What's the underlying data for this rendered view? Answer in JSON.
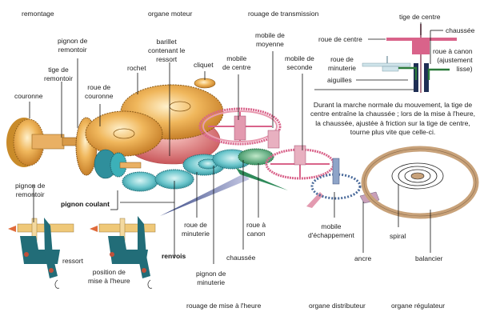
{
  "diagram": {
    "title": "Mouvement mécanique d'horlogerie",
    "sections": {
      "remontage": "remontage",
      "organe_moteur": "organe moteur",
      "rouage_transmission": "rouage de transmission",
      "rouage_mise_heure": "rouage de mise à l'heure",
      "organe_distributeur": "organe distributeur",
      "organe_regulateur": "organe régulateur"
    },
    "labels": {
      "pignon_remontoir_top": [
        "pignon de",
        "remontoir"
      ],
      "tige_remontoir": [
        "tige de",
        "remontoir"
      ],
      "couronne": "couronne",
      "roue_couronne": [
        "roue de",
        "couronne"
      ],
      "rochet": "rochet",
      "barillet": [
        "barillet",
        "contenant le",
        "ressort"
      ],
      "cliquet": "cliquet",
      "mobile_centre": [
        "mobile",
        "de centre"
      ],
      "mobile_moyenne": [
        "mobile de",
        "moyenne"
      ],
      "mobile_seconde": [
        "mobile de",
        "seconde"
      ],
      "pignon_remontoir_bottom": [
        "pignon de",
        "remontoir"
      ],
      "pignon_coulant": "pignon coulant",
      "ressort": "ressort",
      "position_mise_heure": [
        "position de",
        "mise à l'heure"
      ],
      "renvois": "renvois",
      "roue_minuterie": [
        "roue de",
        "minuterie"
      ],
      "pignon_minuterie": [
        "pignon de",
        "minuterie"
      ],
      "chaussee": "chaussée",
      "roue_canon": [
        "roue à",
        "canon"
      ],
      "mobile_echappement": [
        "mobile",
        "d'échappement"
      ],
      "ancre": "ancre",
      "spiral": "spiral",
      "balancier": "balancier"
    },
    "inset": {
      "tige_centre": "tige de centre",
      "chaussee": "chaussée",
      "roue_centre": "roue de centre",
      "roue_canon": [
        "roue à canon",
        "(ajustement",
        "lisse)"
      ],
      "roue_minuterie": [
        "roue de",
        "minuterie"
      ],
      "aiguilles": "aiguilles"
    },
    "note": "Durant la marche normale du mouvement, la tige de centre entraîne la chaussée ; lors de la mise à l'heure, la chaussée, ajustée à friction sur la tige de centre, tourne plus vite que celle-ci.",
    "colors": {
      "gold": "#e8a94a",
      "pink": "#d9638a",
      "teal": "#3aa9b3",
      "green": "#2f8a4a",
      "navy": "#2d3f66",
      "bronze": "#c8a27a",
      "arrow": "#e06a3a"
    }
  }
}
